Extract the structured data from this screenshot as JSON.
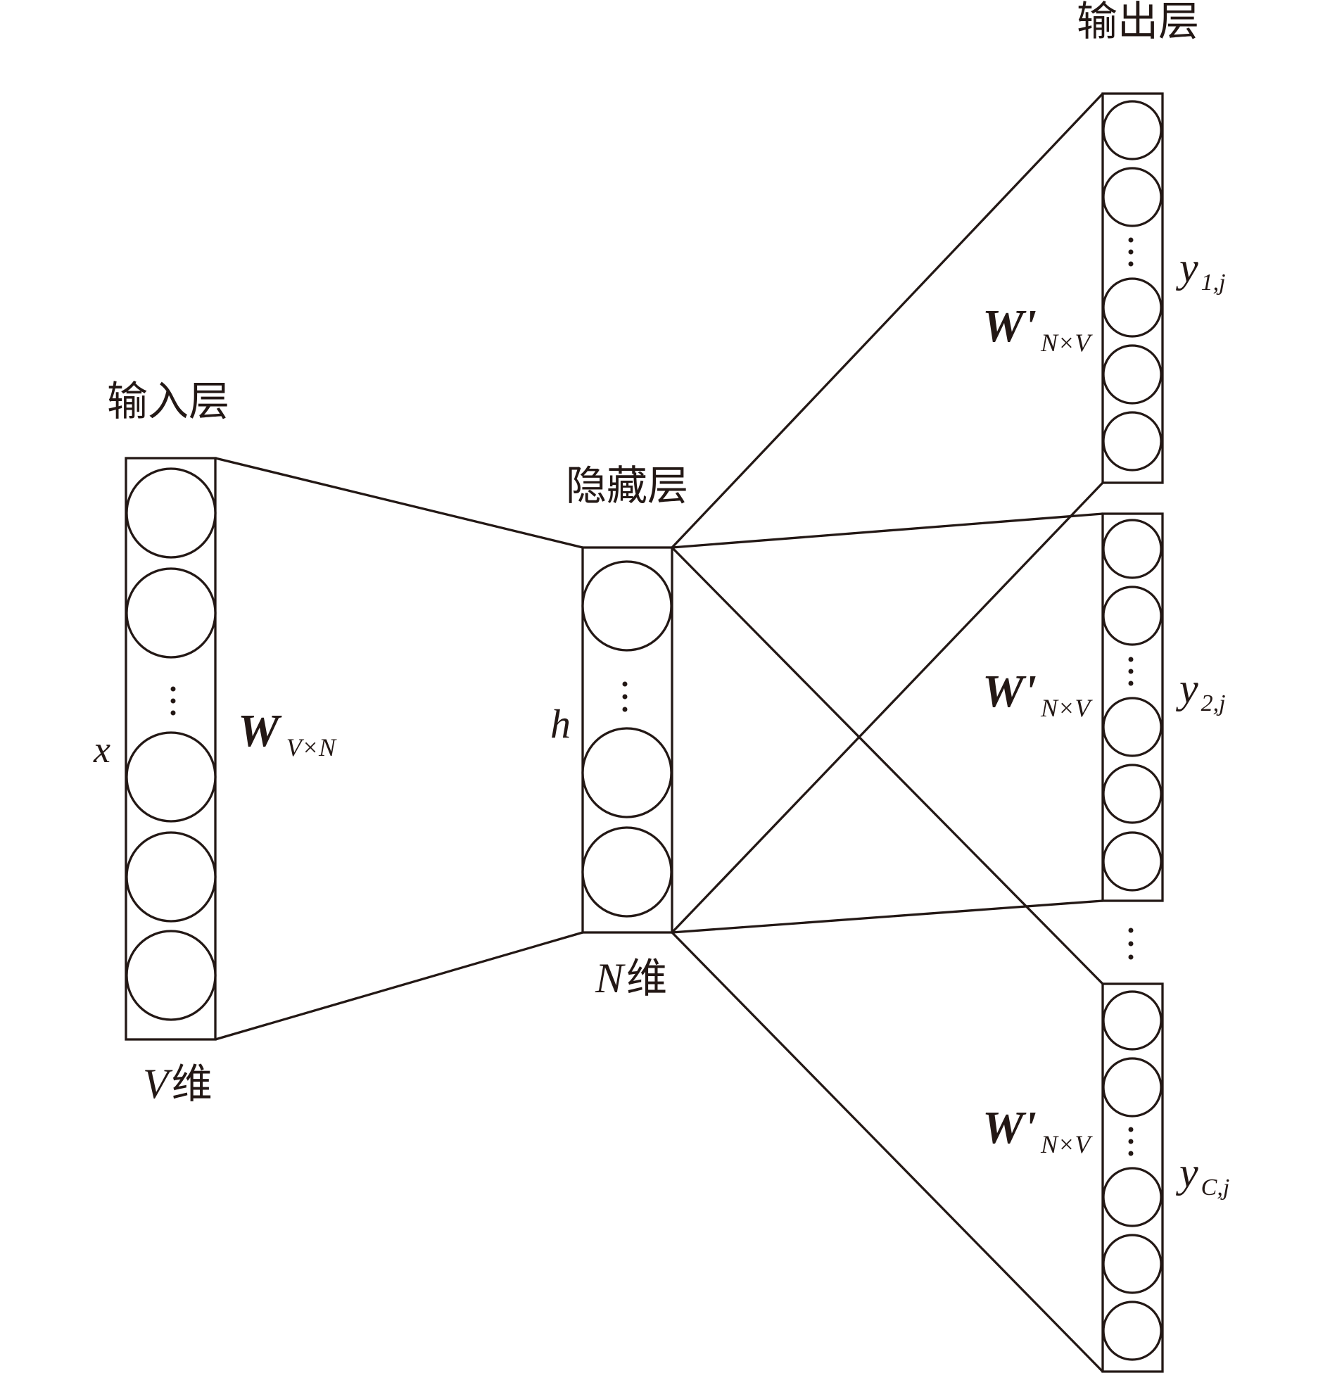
{
  "layers": {
    "input": {
      "title": "输入层",
      "dim_var": "V",
      "dim_suffix": "维",
      "vector_label": "x",
      "weight": {
        "symbol": "W",
        "subscript": "V×N"
      }
    },
    "hidden": {
      "title": "隐藏层",
      "dim_var": "N",
      "dim_suffix": "维",
      "vector_label": "h"
    },
    "output": {
      "title": "输出层",
      "weight": {
        "symbol": "W'",
        "subscript": "N×V"
      },
      "panels": [
        {
          "label_main": "y",
          "label_sub": "1,j"
        },
        {
          "label_main": "y",
          "label_sub": "2,j"
        },
        {
          "label_main": "y",
          "label_sub": "C,j"
        }
      ]
    }
  },
  "between_panels_marker": "⋮"
}
